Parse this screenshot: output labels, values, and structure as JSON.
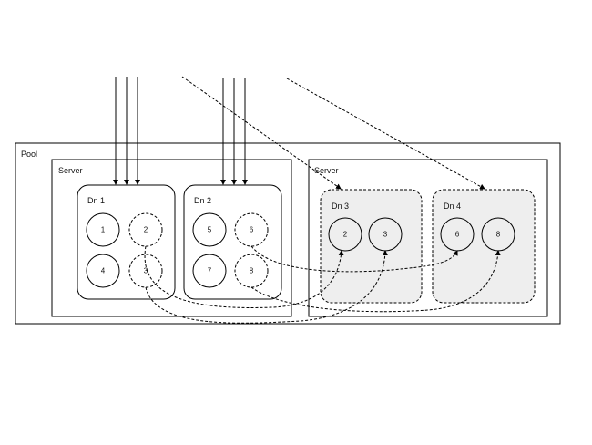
{
  "diagram": {
    "pool_label": "Pool",
    "server_left_label": "Server",
    "server_right_label": "Server",
    "dn1": {
      "label": "Dn 1",
      "nodes": [
        "1",
        "2",
        "4",
        "3"
      ]
    },
    "dn2": {
      "label": "Dn 2",
      "nodes": [
        "5",
        "6",
        "7",
        "8"
      ]
    },
    "dn3": {
      "label": "Dn 3",
      "nodes": [
        "2",
        "3"
      ]
    },
    "dn4": {
      "label": "Dn 4",
      "nodes": [
        "6",
        "8"
      ]
    }
  }
}
